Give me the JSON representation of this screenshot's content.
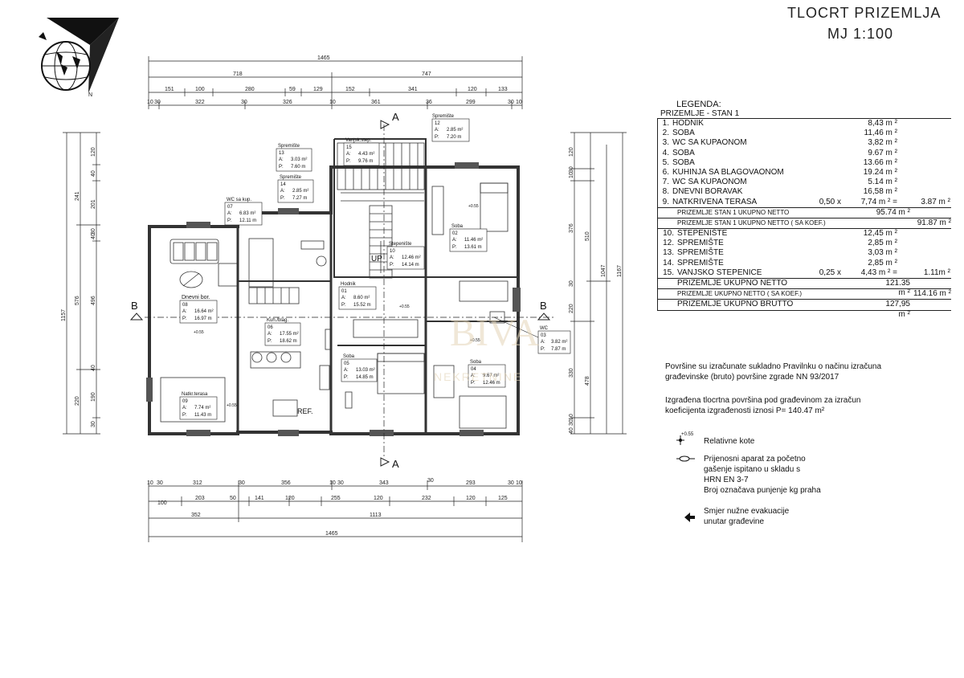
{
  "title": {
    "line1": "TLOCRT  PRIZEMLJA",
    "line2": "MJ 1:100"
  },
  "dimensions": {
    "top_row1": [
      "1465"
    ],
    "top_row2": [
      "718",
      "747"
    ],
    "top_row3": [
      "151",
      "100",
      "280",
      "59",
      "129",
      "152",
      "341",
      "120",
      "133"
    ],
    "top_row4": [
      "10",
      "30",
      "322",
      "30",
      "326",
      "10",
      "361",
      "36",
      "299",
      "30",
      "10"
    ],
    "bottom_row1": [
      "10",
      "30",
      "312",
      "30",
      "356",
      "10",
      "30",
      "343",
      "30",
      "293",
      "30",
      "10"
    ],
    "bottom_row2": [
      "100",
      "203",
      "50",
      "141",
      "120",
      "255",
      "120",
      "232",
      "120",
      "125"
    ],
    "bottom_row3": [
      "352",
      "1113"
    ],
    "bottom_row4": [
      "1465"
    ],
    "left_outer": [
      "1157"
    ],
    "left_mid": [
      "241",
      "576",
      "220"
    ],
    "left_inner": [
      "120",
      "40",
      "201",
      "30",
      "40",
      "496",
      "40",
      "190",
      "30"
    ],
    "right_outer": [
      "1167"
    ],
    "right_mid": [
      "1047"
    ],
    "right_mid2": [
      "510",
      "478"
    ],
    "right_inner": [
      "120",
      "30",
      "10",
      "376",
      "30",
      "220",
      "330",
      "10",
      "30",
      "40"
    ]
  },
  "section_marks": {
    "a_top": "A",
    "a_bottom": "A",
    "b_left": "B",
    "b_right": "B"
  },
  "rooms": [
    {
      "name": "Spremište",
      "no": "12",
      "a": "2.85 m²",
      "p": "7.20 m"
    },
    {
      "name": "Vanjsk.step.",
      "no": "15",
      "a": "4.43 m²",
      "p": "9.76 m"
    },
    {
      "name": "Spremište",
      "no": "13",
      "a": "3.03 m²",
      "p": "7.60 m"
    },
    {
      "name": "Spremište",
      "no": "14",
      "a": "2.85 m²",
      "p": "7.27 m"
    },
    {
      "name": "WC sa kup.",
      "no": "07",
      "a": "6.83 m²",
      "p": "12.11 m"
    },
    {
      "name": "Soba",
      "no": "02",
      "a": "11.46 m²",
      "p": "13.61 m"
    },
    {
      "name": "Stepenište",
      "no": "10",
      "a": "12.46 m²",
      "p": "14.14 m"
    },
    {
      "name": "Hodnik",
      "no": "01",
      "a": "8.60 m²",
      "p": "15.52 m"
    },
    {
      "name": "Dnevni bor.",
      "no": "08",
      "a": "16.64 m²",
      "p": "16.97 m"
    },
    {
      "name": "Kuh./blag.",
      "no": "06",
      "a": "17.55 m²",
      "p": "18.62 m"
    },
    {
      "name": "WC",
      "no": "03",
      "a": "3.82 m²",
      "p": "7.87 m"
    },
    {
      "name": "Soba",
      "no": "05",
      "a": "13.03 m²",
      "p": "14.85 m"
    },
    {
      "name": "Soba",
      "no": "04",
      "a": "9.67 m²",
      "p": "12.46 m"
    },
    {
      "name": "Natkr.terasa",
      "no": "09",
      "a": "7.74 m²",
      "p": "11.43 m"
    }
  ],
  "plan_labels": {
    "up": "UP",
    "ref": "REF.",
    "kote1": "+0.55",
    "kote2": "+0.55",
    "kote3": "+0.55",
    "kote4": "+0.55",
    "kote5": "+0.55"
  },
  "legend": {
    "title": "LEGENDA:",
    "subtitle": "PRIZEMLJE  - STAN  1",
    "rows": [
      {
        "n": "1.",
        "name": "HODNIK",
        "c1": "",
        "c2": "8,43 m ²",
        "c3": ""
      },
      {
        "n": "2.",
        "name": "SOBA",
        "c1": "",
        "c2": "11,46 m ²",
        "c3": ""
      },
      {
        "n": "3.",
        "name": "WC SA KUPAONOM",
        "c1": "",
        "c2": "3,82 m ²",
        "c3": ""
      },
      {
        "n": "4.",
        "name": "SOBA",
        "c1": "",
        "c2": "9.67 m ²",
        "c3": ""
      },
      {
        "n": "5.",
        "name": "SOBA",
        "c1": "",
        "c2": "13.66 m ²",
        "c3": ""
      },
      {
        "n": "6.",
        "name": "KUHINJA SA BLAGOVAONOM",
        "c1": "",
        "c2": "19.24 m ²",
        "c3": ""
      },
      {
        "n": "7.",
        "name": "WC SA KUPAONOM",
        "c1": "",
        "c2": "5.14 m ²",
        "c3": ""
      },
      {
        "n": "8.",
        "name": "DNEVNI  BORAVAK",
        "c1": "",
        "c2": "16,58 m ²",
        "c3": ""
      },
      {
        "n": "9.",
        "name": "NATKRIVENA  TERASA",
        "c1": "0,50  x",
        "c2": "7,74 m ²  =",
        "c3": "3.87 m ²"
      }
    ],
    "netto1": {
      "name": "PRIZEMLJE  STAN 1  UKUPNO NETTO",
      "value": "95.74 m ²"
    },
    "netto1_koef": {
      "name": "PRIZEMLJE  STAN 1 UKUPNO NETTO  ( SA KOEF.)",
      "value": "91.87 m ²"
    },
    "rows2": [
      {
        "n": "10.",
        "name": "STEPENIŠTE",
        "c1": "",
        "c2": "12,45 m ²",
        "c3": ""
      },
      {
        "n": "12.",
        "name": "SPREMIŠTE",
        "c1": "",
        "c2": "2,85 m ²",
        "c3": ""
      },
      {
        "n": "13.",
        "name": "SPREMIŠTE",
        "c1": "",
        "c2": "3,03 m ²",
        "c3": ""
      },
      {
        "n": "14.",
        "name": "SPREMIŠTE",
        "c1": "",
        "c2": "2,85 m ²",
        "c3": ""
      },
      {
        "n": "15.",
        "name": "VANJSKO  STEPENICE",
        "c1": "0,25  x",
        "c2": "4,43 m ²  =",
        "c3": "1.11m ²"
      }
    ],
    "total_netto": {
      "name": "PRIZEMLJE  UKUPNO NETTO",
      "value": "121.35 m ²"
    },
    "total_koef": {
      "name": "PRIZEMLJE  UKUPNO NETTO  ( SA KOEF.)",
      "value": "114.16 m ²"
    },
    "total_brutto": {
      "name": "PRIZEMLJE  UKUPNO  BRUTTO",
      "value": "127,95 m ²"
    }
  },
  "notes": {
    "n1_l1": "Površine su izračunate sukladno  Pravilnku o načinu izračuna",
    "n1_l2": "građevinske (bruto) površine zgrade NN 93/2017",
    "n2_l1": "Izgrađena tlocrtna površina  pod  građevinom za izračun",
    "n2_l2": "koeficijenta izgrađenosti  iznosi  P= 140.47 m²",
    "kote_sym": "+0.55",
    "kote_label": "Relativne  kote",
    "ext_l1": "Prijenosni aparat za početno",
    "ext_l2": "gašenje ispitano u skladu s",
    "ext_l3": "HRN EN 3-7",
    "ext_l4": "Broj označava punjenje kg praha",
    "evac_l1": "Smjer  nužne evakuacije",
    "evac_l2": "unutar građevine"
  },
  "watermark": {
    "brand": "BIVA",
    "sub": "NEKRETNINE"
  }
}
